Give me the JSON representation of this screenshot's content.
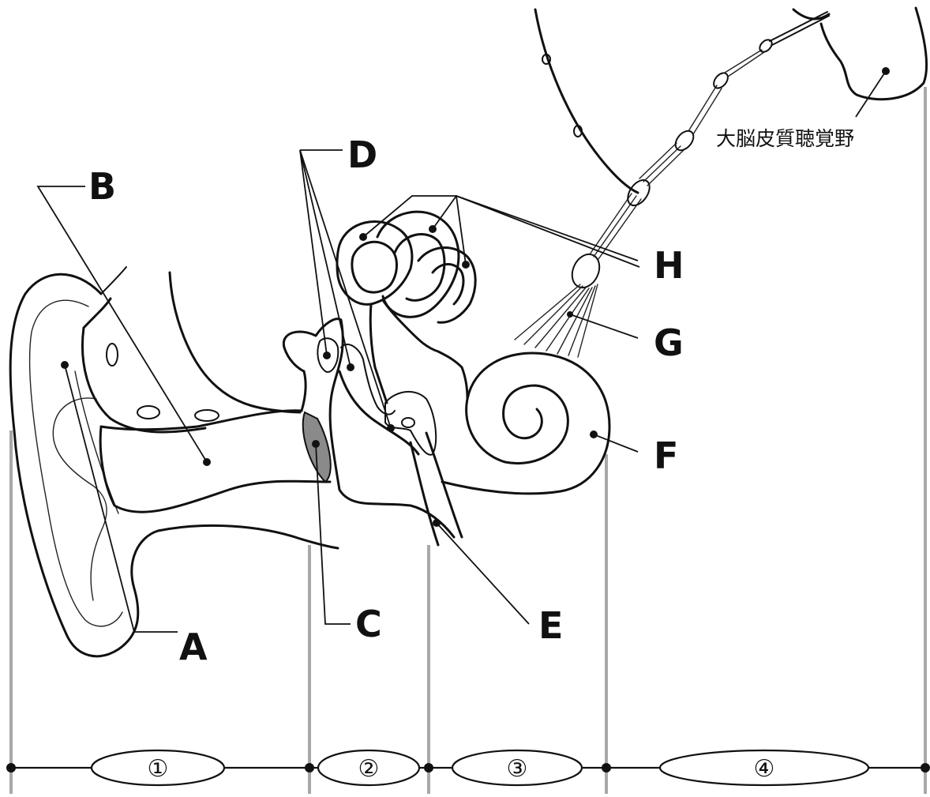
{
  "labels": {
    "A": "A",
    "B": "B",
    "C": "C",
    "D": "D",
    "E": "E",
    "F": "F",
    "G": "G",
    "H": "H"
  },
  "cortex_label": "大脳皮質聴覚野",
  "sections": [
    "①",
    "②",
    "③",
    "④"
  ],
  "colors": {
    "line": "#111111",
    "guide": "#a8a8a8",
    "eardrum_fill": "#8a8a8a"
  }
}
